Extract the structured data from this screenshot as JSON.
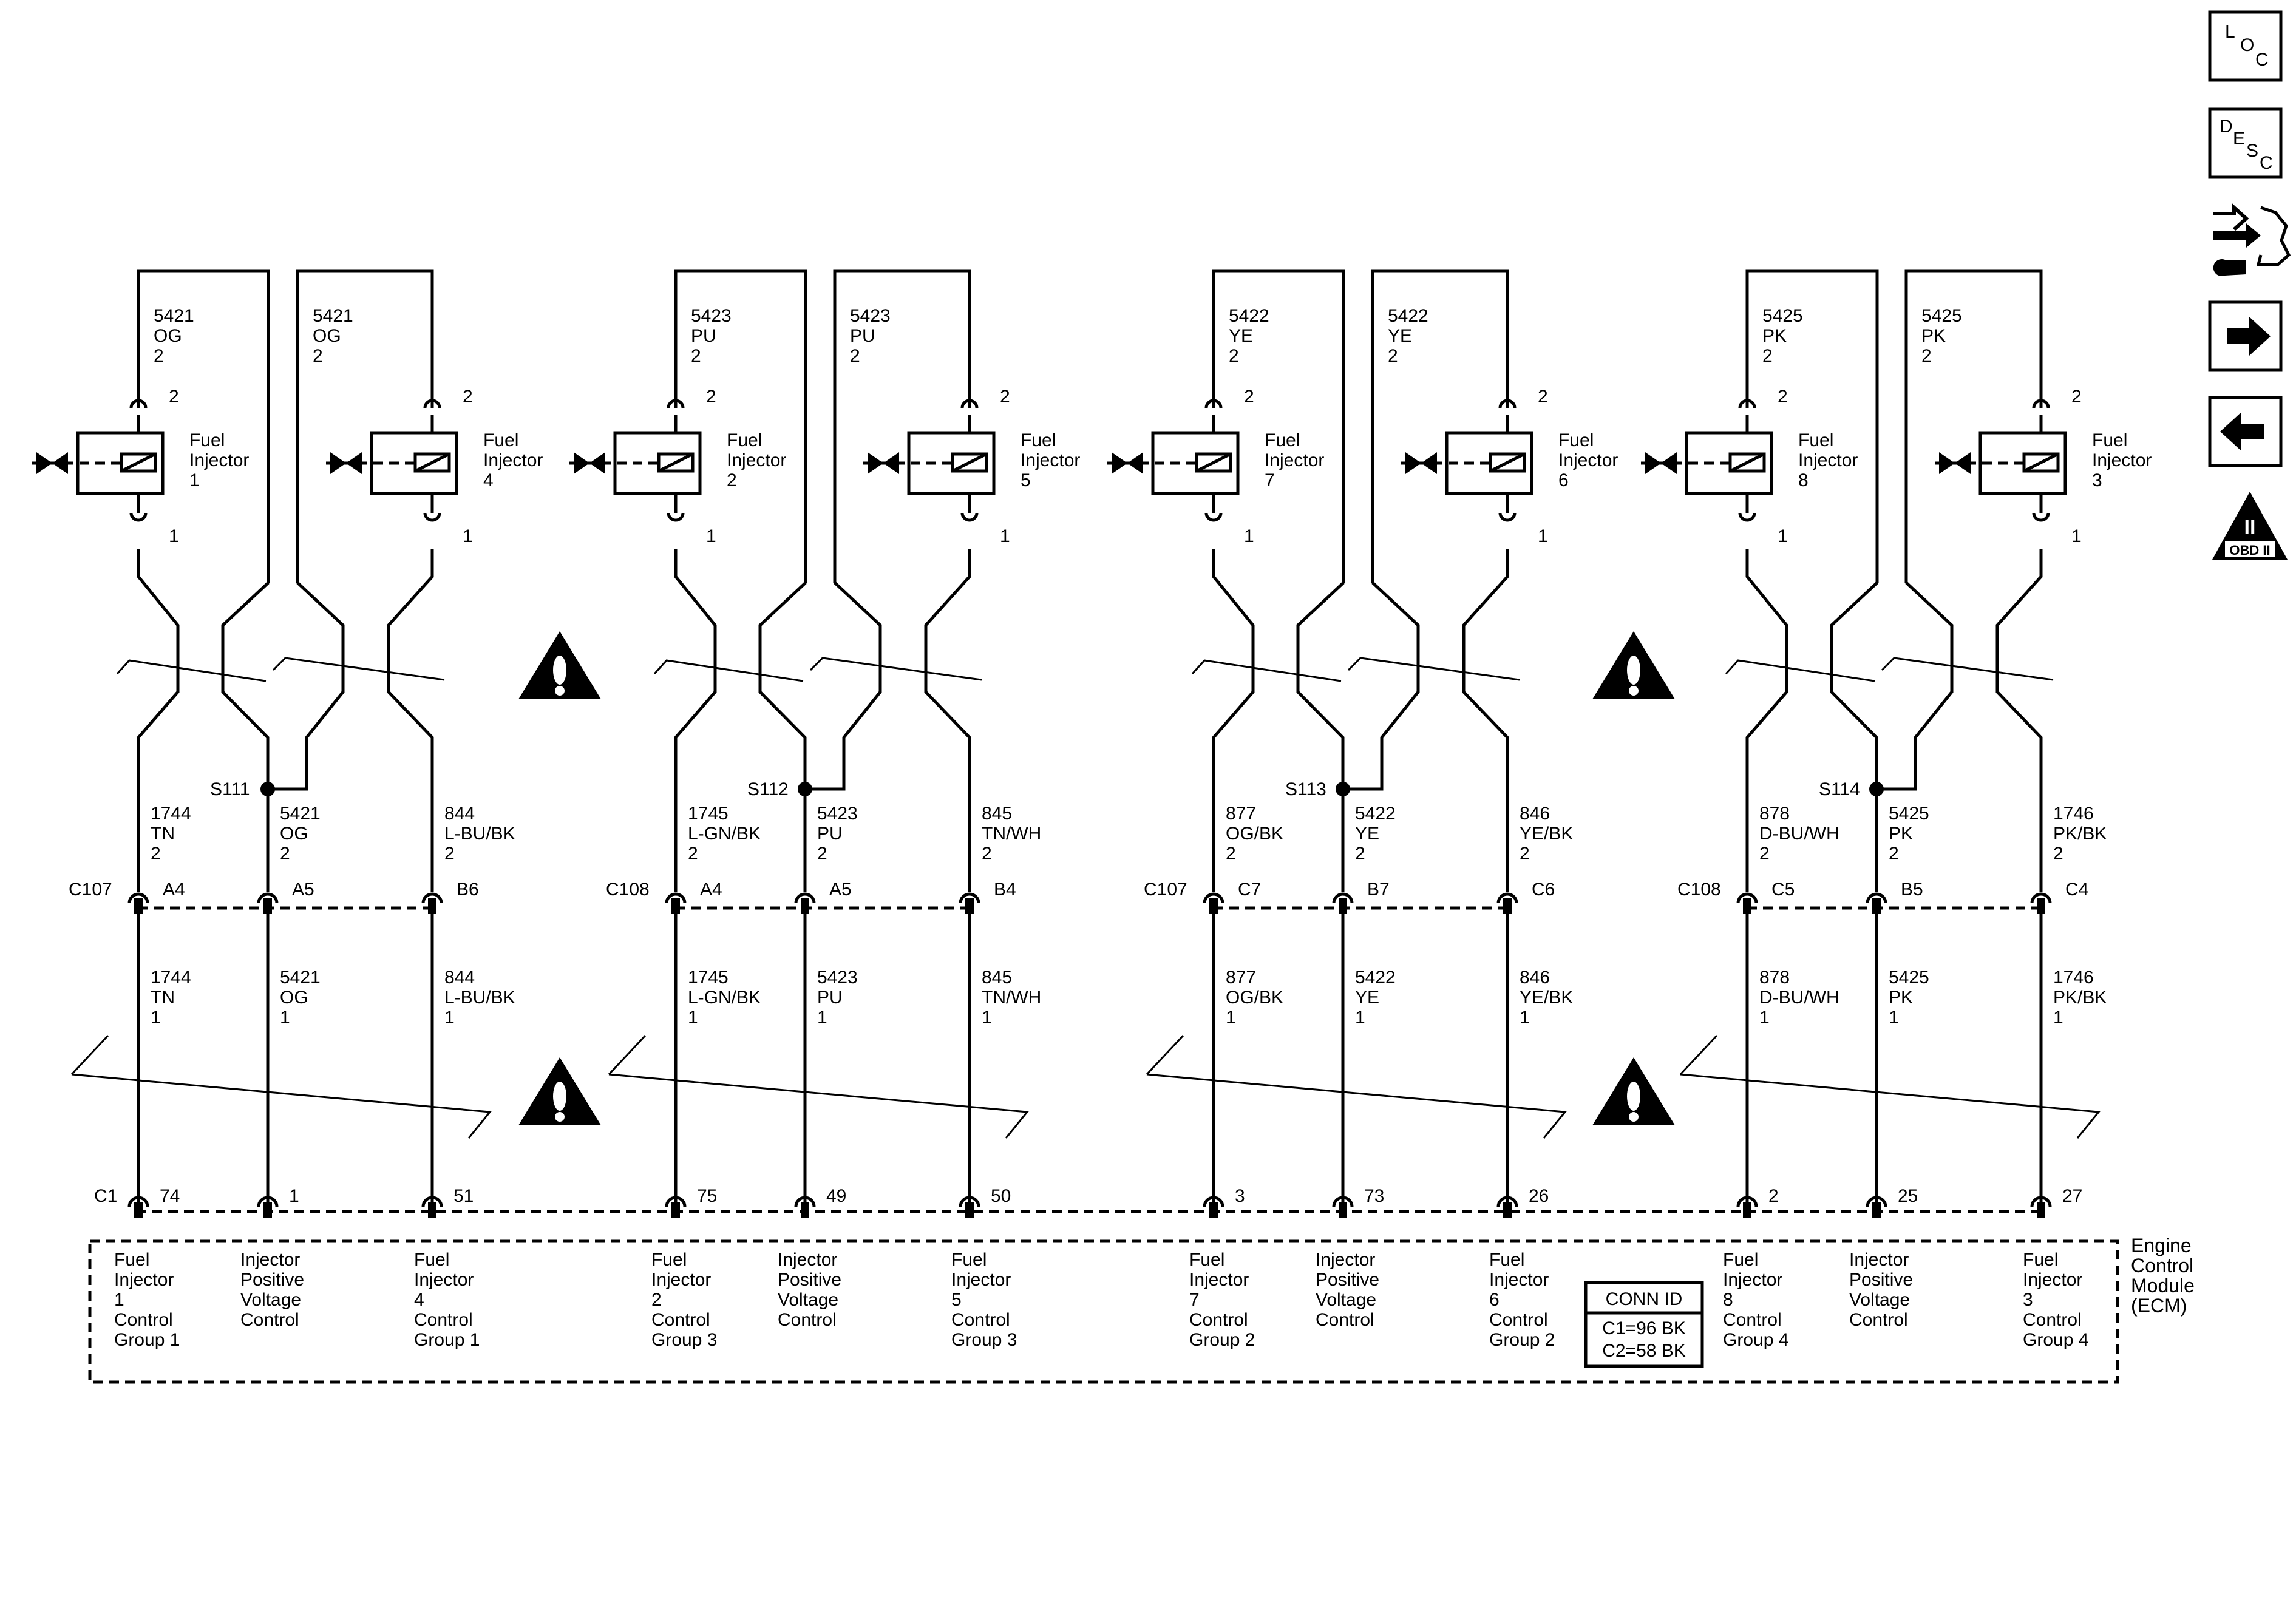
{
  "groups": [
    {
      "injectors": [
        {
          "name_lines": [
            "Fuel",
            "Injector",
            "1"
          ],
          "top_wire": [
            "5421",
            "OG",
            "2"
          ],
          "pin_top": "2",
          "pin_bottom": "1"
        },
        {
          "name_lines": [
            "Fuel",
            "Injector",
            "4"
          ],
          "top_wire": [
            "5421",
            "OG",
            "2"
          ],
          "pin_top": "2",
          "pin_bottom": "1"
        }
      ],
      "splice": "S111",
      "mid_wires": [
        [
          "1744",
          "TN",
          "2"
        ],
        [
          "5421",
          "OG",
          "2"
        ],
        [
          "844",
          "L-BU/BK",
          "2"
        ]
      ],
      "connector": "C107",
      "cavities": [
        "A4",
        "A5",
        "B6"
      ],
      "low_wires": [
        [
          "1744",
          "TN",
          "1"
        ],
        [
          "5421",
          "OG",
          "1"
        ],
        [
          "844",
          "L-BU/BK",
          "1"
        ]
      ],
      "ecm_pins": [
        "74",
        "1",
        "51"
      ],
      "ecm_labels": [
        [
          "Fuel",
          "Injector",
          "1",
          "Control",
          "Group 1"
        ],
        [
          "Injector",
          "Positive",
          "Voltage",
          "Control"
        ],
        [
          "Fuel",
          "Injector",
          "4",
          "Control",
          "Group 1"
        ]
      ]
    },
    {
      "injectors": [
        {
          "name_lines": [
            "Fuel",
            "Injector",
            "2"
          ],
          "top_wire": [
            "5423",
            "PU",
            "2"
          ],
          "pin_top": "2",
          "pin_bottom": "1"
        },
        {
          "name_lines": [
            "Fuel",
            "Injector",
            "5"
          ],
          "top_wire": [
            "5423",
            "PU",
            "2"
          ],
          "pin_top": "2",
          "pin_bottom": "1"
        }
      ],
      "splice": "S112",
      "mid_wires": [
        [
          "1745",
          "L-GN/BK",
          "2"
        ],
        [
          "5423",
          "PU",
          "2"
        ],
        [
          "845",
          "TN/WH",
          "2"
        ]
      ],
      "connector": "C108",
      "cavities": [
        "A4",
        "A5",
        "B4"
      ],
      "low_wires": [
        [
          "1745",
          "L-GN/BK",
          "1"
        ],
        [
          "5423",
          "PU",
          "1"
        ],
        [
          "845",
          "TN/WH",
          "1"
        ]
      ],
      "ecm_pins": [
        "75",
        "49",
        "50"
      ],
      "ecm_labels": [
        [
          "Fuel",
          "Injector",
          "2",
          "Control",
          "Group 3"
        ],
        [
          "Injector",
          "Positive",
          "Voltage",
          "Control"
        ],
        [
          "Fuel",
          "Injector",
          "5",
          "Control",
          "Group 3"
        ]
      ]
    },
    {
      "injectors": [
        {
          "name_lines": [
            "Fuel",
            "Injector",
            "7"
          ],
          "top_wire": [
            "5422",
            "YE",
            "2"
          ],
          "pin_top": "2",
          "pin_bottom": "1"
        },
        {
          "name_lines": [
            "Fuel",
            "Injector",
            "6"
          ],
          "top_wire": [
            "5422",
            "YE",
            "2"
          ],
          "pin_top": "2",
          "pin_bottom": "1"
        }
      ],
      "splice": "S113",
      "mid_wires": [
        [
          "877",
          "OG/BK",
          "2"
        ],
        [
          "5422",
          "YE",
          "2"
        ],
        [
          "846",
          "YE/BK",
          "2"
        ]
      ],
      "connector": "C107",
      "cavities": [
        "C7",
        "B7",
        "C6"
      ],
      "low_wires": [
        [
          "877",
          "OG/BK",
          "1"
        ],
        [
          "5422",
          "YE",
          "1"
        ],
        [
          "846",
          "YE/BK",
          "1"
        ]
      ],
      "ecm_pins": [
        "3",
        "73",
        "26"
      ],
      "ecm_labels": [
        [
          "Fuel",
          "Injector",
          "7",
          "Control",
          "Group 2"
        ],
        [
          "Injector",
          "Positive",
          "Voltage",
          "Control"
        ],
        [
          "Fuel",
          "Injector",
          "6",
          "Control",
          "Group 2"
        ]
      ]
    },
    {
      "injectors": [
        {
          "name_lines": [
            "Fuel",
            "Injector",
            "8"
          ],
          "top_wire": [
            "5425",
            "PK",
            "2"
          ],
          "pin_top": "2",
          "pin_bottom": "1"
        },
        {
          "name_lines": [
            "Fuel",
            "Injector",
            "3"
          ],
          "top_wire": [
            "5425",
            "PK",
            "2"
          ],
          "pin_top": "2",
          "pin_bottom": "1"
        }
      ],
      "splice": "S114",
      "mid_wires": [
        [
          "878",
          "D-BU/WH",
          "2"
        ],
        [
          "5425",
          "PK",
          "2"
        ],
        [
          "1746",
          "PK/BK",
          "2"
        ]
      ],
      "connector": "C108",
      "cavities": [
        "C5",
        "B5",
        "C4"
      ],
      "low_wires": [
        [
          "878",
          "D-BU/WH",
          "1"
        ],
        [
          "5425",
          "PK",
          "1"
        ],
        [
          "1746",
          "PK/BK",
          "1"
        ]
      ],
      "ecm_pins": [
        "2",
        "25",
        "27"
      ],
      "ecm_labels": [
        [
          "Fuel",
          "Injector",
          "8",
          "Control",
          "Group 4"
        ],
        [
          "Injector",
          "Positive",
          "Voltage",
          "Control"
        ],
        [
          "Fuel",
          "Injector",
          "3",
          "Control",
          "Group 4"
        ]
      ]
    }
  ],
  "ecm": {
    "connector_label": "C1",
    "module_lines": [
      "Engine",
      "Control",
      "Module",
      "(ECM)"
    ],
    "conn_id": {
      "title": "CONN ID",
      "lines": [
        "C1=96 BK",
        "C2=58 BK"
      ]
    }
  },
  "nav": {
    "loc": [
      "L",
      "O",
      "C"
    ],
    "desc": [
      "D",
      "E",
      "S",
      "C"
    ],
    "obd": {
      "numeral": "II",
      "caption": "OBD II"
    },
    "icons": [
      "loc-icon",
      "desc-icon",
      "component-view-icon",
      "next-arrow-icon",
      "previous-arrow-icon",
      "obd-ii-icon"
    ]
  },
  "warning_icon_count": 4
}
